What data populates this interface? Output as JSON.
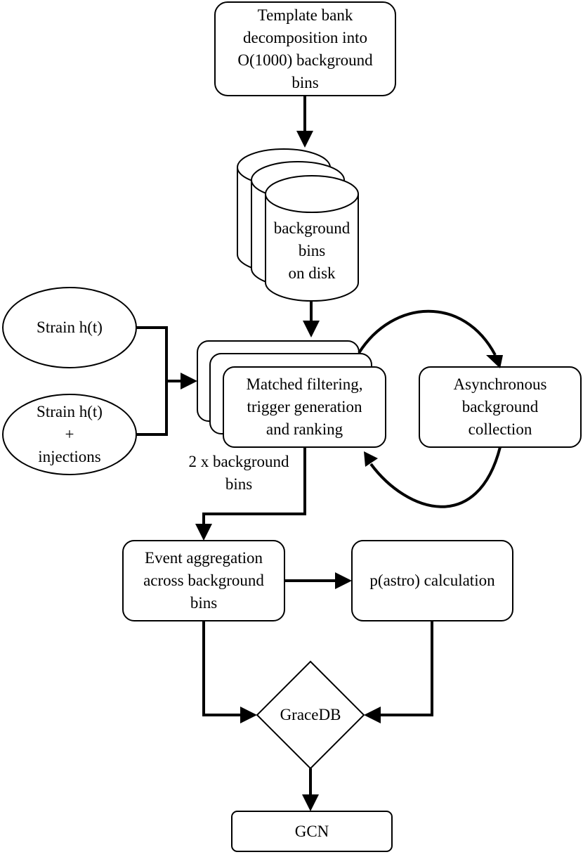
{
  "nodes": {
    "template_bank": "Template bank\ndecomposition into\nO(1000) background\nbins",
    "background_disk": "background\nbins\non disk",
    "strain": "Strain h(t)",
    "strain_injections": "Strain h(t)\n+\ninjections",
    "matched_filtering": "Matched filtering,\ntrigger generation\nand ranking",
    "async_collection": "Asynchronous\nbackground\ncollection",
    "event_aggregation": "Event aggregation\nacross background\nbins",
    "pastro": "p(astro) calculation",
    "gracedb": "GraceDB",
    "gcn": "GCN"
  },
  "annotations": {
    "two_x_bins": "2 x background\nbins"
  }
}
